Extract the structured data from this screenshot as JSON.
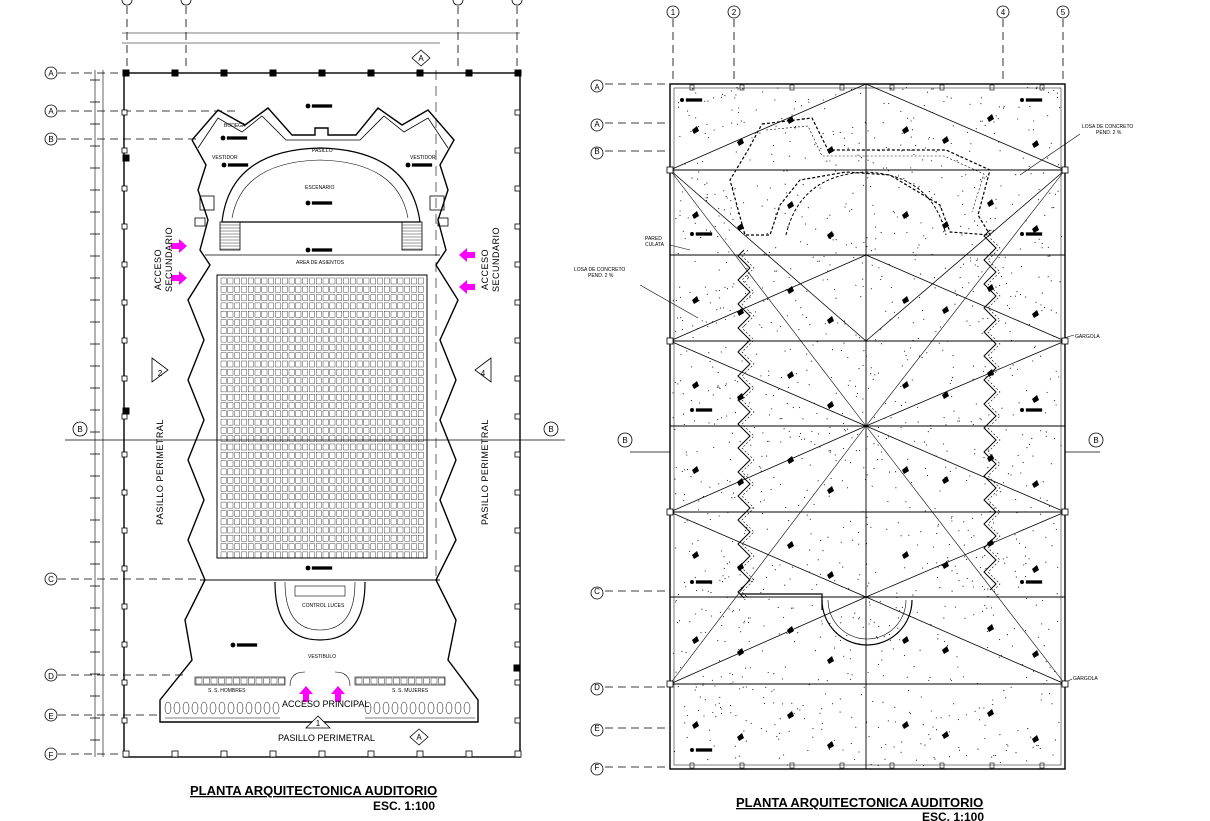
{
  "left_plan": {
    "title": "PLANTA ARQUITECTONICA AUDITORIO",
    "scale": "ESC. 1:100",
    "rooms": {
      "bodega": "BODEGA",
      "pasillo": "PASILLO",
      "vestidor_l": "VESTIDOR",
      "vestidor_r": "VESTIDOR",
      "escenario": "ESCENARIO",
      "area_asientos": "AREA DE ASIENTOS",
      "control_luces": "CONTROL LUCES",
      "vestibulo": "VESTIBULO",
      "ss_hombres": "S. S. HOMBRES",
      "ss_mujeres": "S. S. MUJERES",
      "acceso_principal": "ACCESO PRINCIPAL",
      "pasillo_perimetral_bottom": "PASILLO PERIMETRAL",
      "pasillo_perimetral_left": "PASILLO PERIMETRAL",
      "pasillo_perimetral_right": "PASILLO PERIMETRAL",
      "acceso_secundario_l1": "ACCESO",
      "acceso_secundario_l2": "SECUNDARIO",
      "acceso_secundario_r1": "ACCESO",
      "acceso_secundario_r2": "SECUNDARIO"
    },
    "markers": {
      "n1": "1",
      "n2": "2",
      "n4": "4"
    },
    "axes": {
      "a1": "A",
      "a2": "A",
      "b": "B",
      "c": "C",
      "d": "D",
      "e": "E",
      "f": "F",
      "b_sec_l": "B",
      "b_sec_r": "B",
      "a_sec_top": "A",
      "a_sec_bot": "A"
    }
  },
  "right_plan": {
    "title": "PLANTA ARQUITECTONICA AUDITORIO",
    "scale": "ESC. 1:100",
    "notes": {
      "losa1_l1": "LOSA DE CONCRETO",
      "losa1_l2": "PEND. 2 %",
      "losa2_l1": "LOSA DE CONCRETO",
      "losa2_l2": "PEND. 2 %",
      "pared_l1": "PARED",
      "pared_l2": "CULATA",
      "gargola1": "GARGOLA",
      "gargola2": "GARGOLA"
    },
    "grid": {
      "c1": "1",
      "c2": "2",
      "c4": "4",
      "c5": "5"
    },
    "axes": {
      "a1": "A",
      "a2": "A",
      "b": "B",
      "c": "C",
      "d": "D",
      "e": "E",
      "f": "F",
      "b_sec_l": "B",
      "b_sec_r": "B"
    }
  },
  "colors": {
    "line": "#000000",
    "accent_arrows": "#ff00ff",
    "background": "#ffffff"
  }
}
